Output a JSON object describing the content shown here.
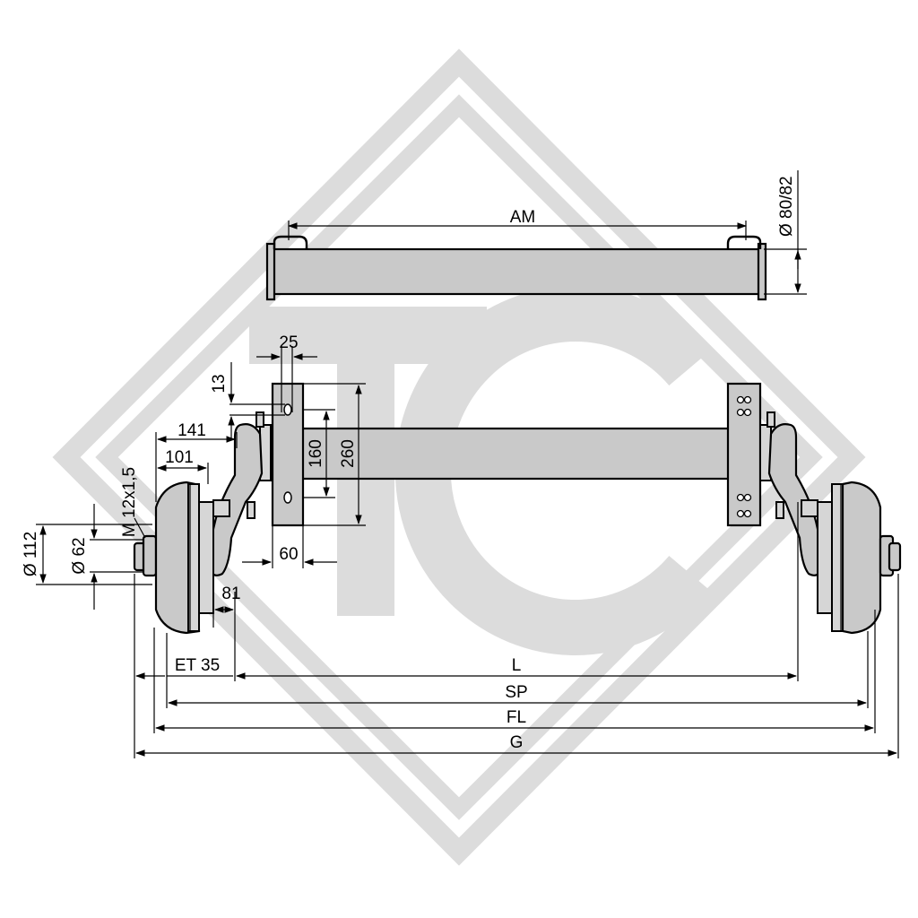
{
  "watermark": {
    "text": "TC",
    "color": "#d9d9d9"
  },
  "colors": {
    "part_fill": "#c9c9c9",
    "line": "#000000",
    "watermark": "#d9d9d9"
  },
  "labels": {
    "am": "AM",
    "tube_diameter": "Ø 80/82",
    "d25": "25",
    "d13": "13",
    "d160": "160",
    "d260": "260",
    "d60": "60",
    "d141": "141",
    "d101": "101",
    "thread": "M 12x1,5",
    "d112": "Ø 112",
    "d62": "Ø 62",
    "d81": "81",
    "et": "ET 35",
    "l": "L",
    "sp": "SP",
    "fl": "FL",
    "g": "G"
  }
}
